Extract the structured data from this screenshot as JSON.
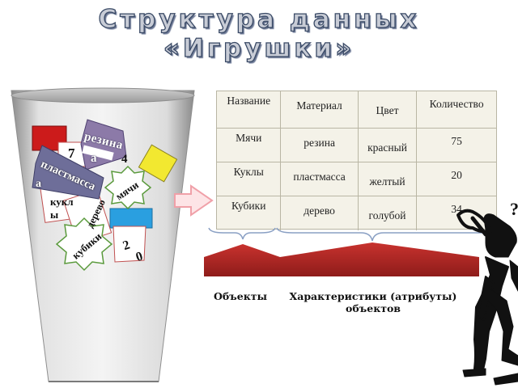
{
  "title": "Структура данных «Игрушки»",
  "table": {
    "headers": [
      "Название",
      "Материал",
      "Цвет",
      "Количество"
    ],
    "rows": [
      [
        "Мячи",
        "резина",
        "красный",
        "75"
      ],
      [
        "Куклы",
        "пластмасса",
        "желтый",
        "20"
      ],
      [
        "Кубики",
        "дерево",
        "голубой",
        "34"
      ]
    ]
  },
  "captions": {
    "objects": "Объекты",
    "attributes": "Характеристики (атрибуты) объектов"
  },
  "bin_labels": {
    "rubber": "резина",
    "plastic": "пластмасса",
    "balls": "мячи",
    "dolls": "куклы",
    "wood": "дерево",
    "cubes": "кубики",
    "num_seven": "7",
    "num_twenty": "20",
    "num_partial": "4"
  },
  "question_mark": "?",
  "colors": {
    "red": "#cc1b1b",
    "yellow": "#f2e830",
    "blue": "#2a9fe0",
    "purple": "#6e6e99",
    "arrow": "#f0a0a8",
    "bar": "#b42c28",
    "bracket": "#8aa0c4"
  },
  "icons": {
    "bin": "trash-bin-icon",
    "arrow": "right-arrow-icon",
    "figure": "thinking-person-icon"
  }
}
